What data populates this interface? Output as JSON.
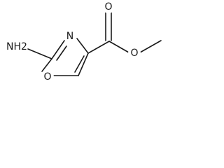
{
  "molecule": {
    "atoms": {
      "amino": "NH2",
      "ring_nitrogen": "N",
      "ring_oxygen": "O",
      "carbonyl_oxygen": "O",
      "ester_oxygen": "O"
    }
  }
}
